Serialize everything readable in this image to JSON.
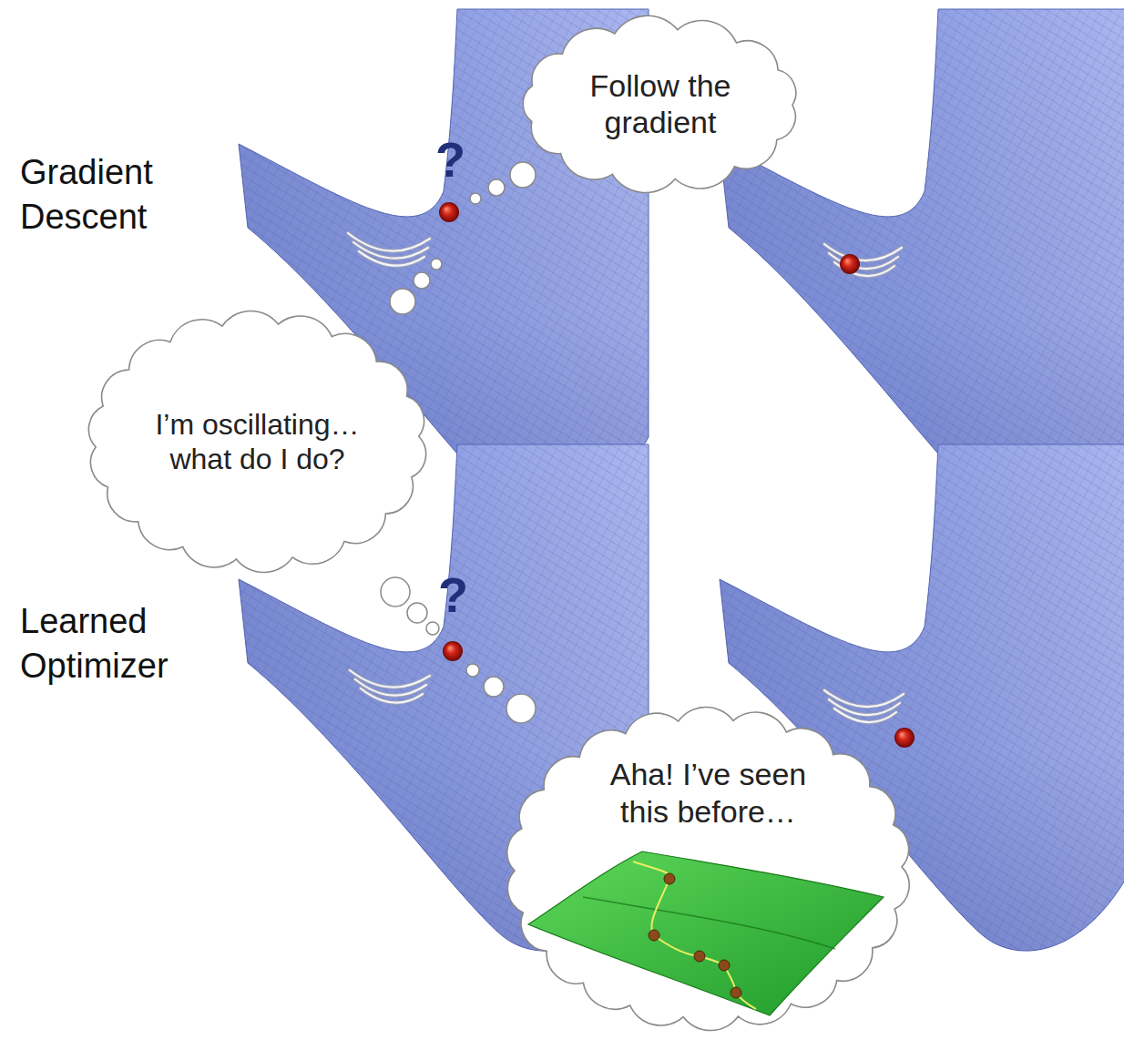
{
  "diagram": {
    "nodes": [
      {
        "text": [
          "Follow the gradient"
        ]
      },
      {
        "text": [
          "I’m oscillating… what do I do?"
        ]
      },
      {
        "text": [
          "Aha! I’ve seen this before…"
        ]
      }
    ],
    "labels": [
      "?",
      "Gradient Descent",
      "?",
      "Learned Optimizer"
    ]
  }
}
